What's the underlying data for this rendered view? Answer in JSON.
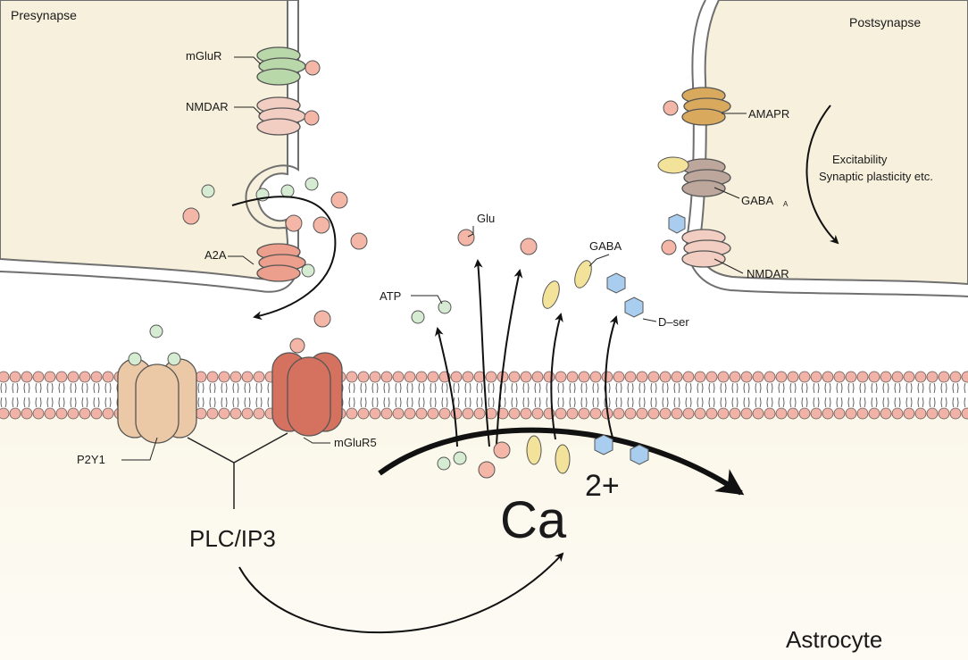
{
  "regions": {
    "presynapse": "Presynapse",
    "postsynapse": "Postsynapse",
    "astrocyte": "Astrocyte"
  },
  "presynaptic_receptors": [
    "mGluR",
    "NMDAR",
    "A2A"
  ],
  "postsynaptic_receptors": {
    "ampar": "AMAPR",
    "gabaa_main": "GABA",
    "gabaa_sub": "A",
    "nmdar": "NMDAR"
  },
  "postsynaptic_effect": [
    "Excitability",
    "Synaptic plasticity etc."
  ],
  "astrocyte_receptors": [
    "P2Y1",
    "mGluR5"
  ],
  "signaling": {
    "pathway": "PLC/IP3",
    "ion": "Ca",
    "ion_charge": "2+"
  },
  "gliotransmitters": [
    "ATP",
    "Glu",
    "GABA",
    "D–ser"
  ],
  "colors": {
    "neuron_fill": "#f6f0dc",
    "astrocyte_fill": "#fbf8ee",
    "membrane_head": "#f1b3a8",
    "glutamate": "#f4b6a6",
    "atp": "#d6ecd2",
    "gaba": "#f3e39a",
    "dserine": "#a9cdef",
    "mglur": "#b9d8a9",
    "nmdar": "#f2cdc2",
    "a2a": "#ec9f8c",
    "ampar": "#d9aa5d",
    "gabaa": "#bda79c",
    "p2y1": "#ecc9a6",
    "mglur5": "#d5725f"
  }
}
